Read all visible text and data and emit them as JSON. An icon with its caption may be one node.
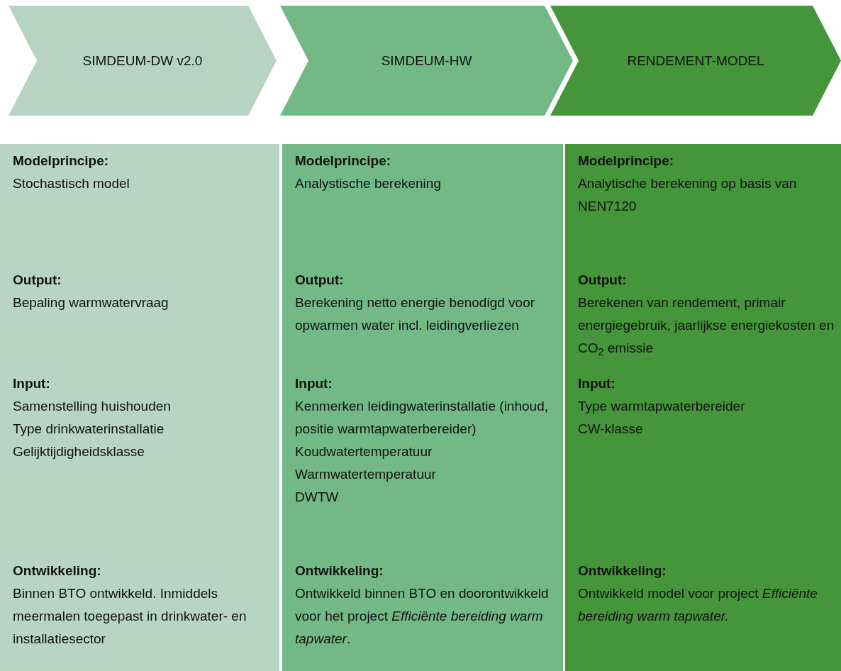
{
  "diagram": {
    "nodes": [
      {
        "text": [
          "SIMDEUM-DW v2.0"
        ]
      },
      {
        "text": [
          "SIMDEUM-HW"
        ]
      },
      {
        "text": [
          "RENDEMENT-MODEL"
        ]
      },
      {
        "text": [
          "Modelprincipe:",
          "Stochastisch model",
          "Output:",
          "Bepaling warmwatervraag",
          "Input:",
          "Samenstelling huishouden",
          "Type drinkwaterinstallatie",
          "Gelijktijdigheidsklasse",
          "Ontwikkeling:",
          "Binnen BTO ontwikkeld. Inmiddels meermalen toegepast in drinkwater- en installatiesector"
        ]
      },
      {
        "text": [
          "Modelprincipe:",
          "Analystische berekening",
          "Output:",
          "Berekening netto energie benodigd voor opwarmen water incl. leidingverliezen",
          "Input:",
          "Kenmerken leidingwaterinstallatie (inhoud, positie warmtapwaterbereider)",
          "Koudwatertemperatuur",
          "Warmwatertemperatuur",
          "DWTW",
          "Ontwikkeling:",
          "Ontwikkeld binnen BTO en doorontwikkeld voor het project *Efficiënte bereiding warm tapwater*."
        ]
      },
      {
        "text": [
          "Modelprincipe:",
          "Analytische berekening op basis van NEN7120",
          "Output:",
          "Berekenen van rendement, primair energiegebruik, jaarlijkse energiekosten en CO$_{2}$ emissie",
          "Input:",
          "Type warmtapwaterbereider",
          "CW-klasse",
          "Ontwikkeling:",
          "Ontwikkeld model voor project *Efficiënte bereiding warm tapwater.*"
        ]
      }
    ]
  }
}
